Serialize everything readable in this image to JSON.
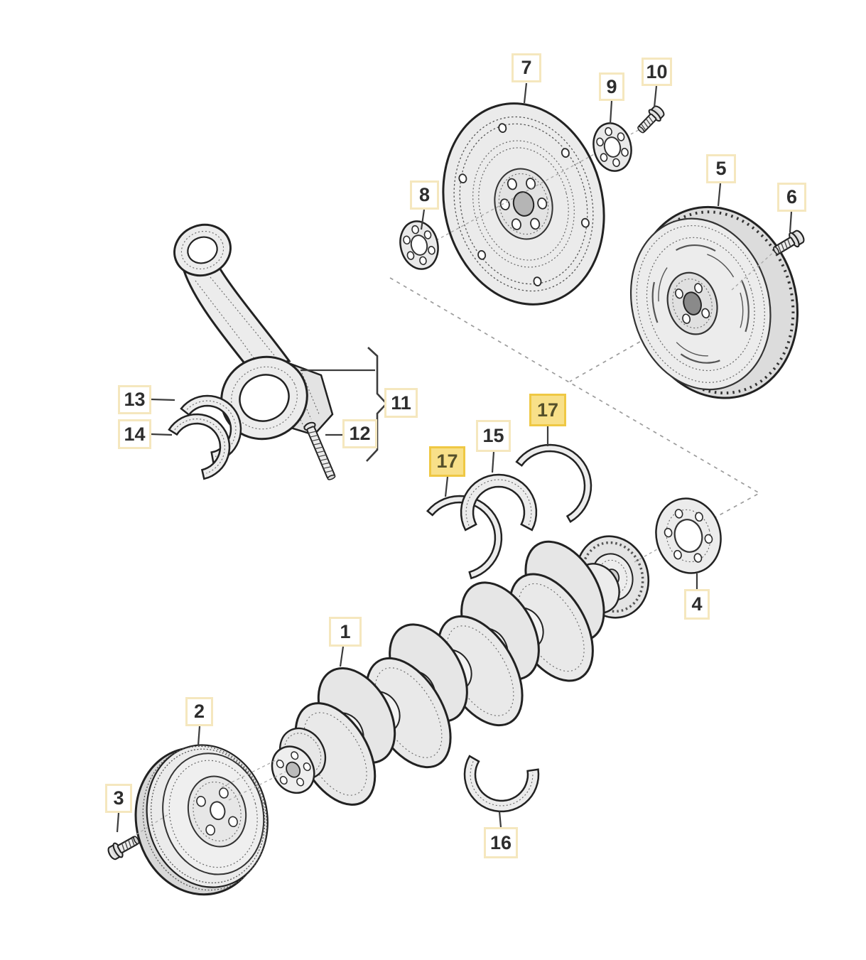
{
  "diagram": {
    "callouts": [
      {
        "number": "7",
        "highlighted": false
      },
      {
        "number": "9",
        "highlighted": false
      },
      {
        "number": "10",
        "highlighted": false
      },
      {
        "number": "8",
        "highlighted": false
      },
      {
        "number": "5",
        "highlighted": false
      },
      {
        "number": "6",
        "highlighted": false
      },
      {
        "number": "13",
        "highlighted": false
      },
      {
        "number": "14",
        "highlighted": false
      },
      {
        "number": "11",
        "highlighted": false
      },
      {
        "number": "12",
        "highlighted": false
      },
      {
        "number": "17",
        "highlighted": true
      },
      {
        "number": "15",
        "highlighted": false
      },
      {
        "number": "17",
        "highlighted": true
      },
      {
        "number": "4",
        "highlighted": false
      },
      {
        "number": "1",
        "highlighted": false
      },
      {
        "number": "2",
        "highlighted": false
      },
      {
        "number": "3",
        "highlighted": false
      },
      {
        "number": "16",
        "highlighted": false
      }
    ],
    "colors": {
      "background": "#ffffff",
      "callout_border": "#F5E7BE",
      "callout_text": "#2d2d2d",
      "highlight_fill": "#F8E089",
      "highlight_border": "#EFC844",
      "highlight_text": "#55502a",
      "outline": "#222222",
      "guide_line": "#9c9c9c"
    }
  }
}
